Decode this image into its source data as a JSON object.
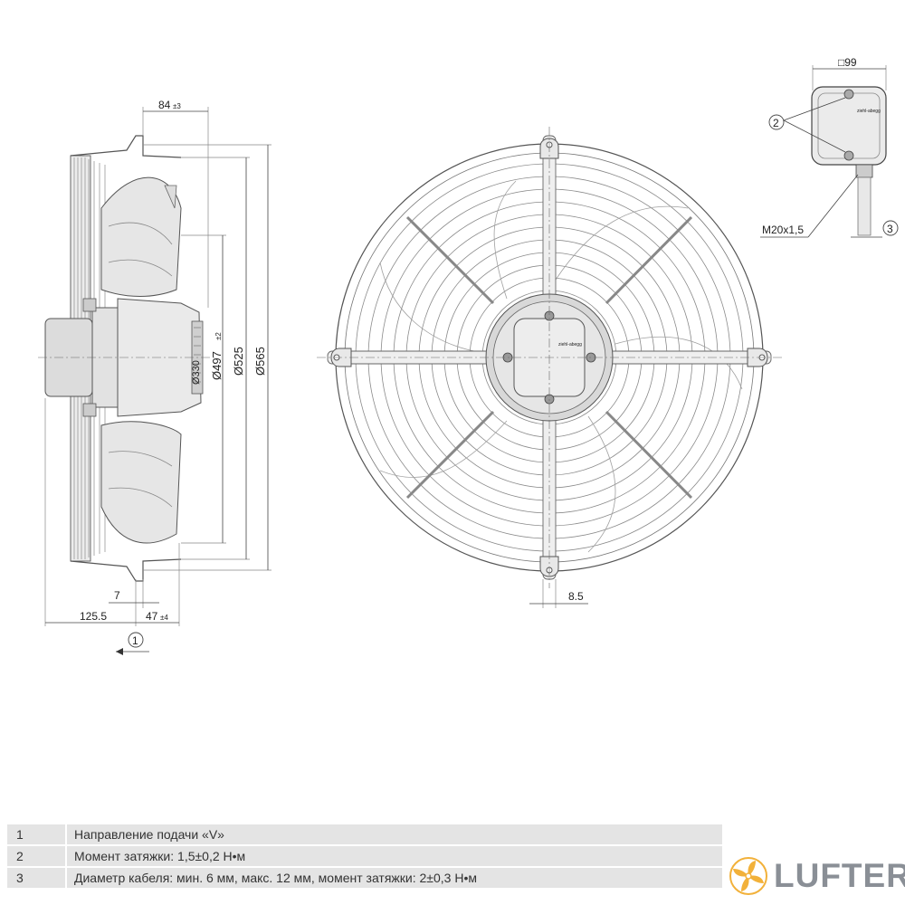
{
  "side_view": {
    "dims": {
      "top_offset": "84",
      "top_offset_tol": "±3",
      "d_inner": "Ø497",
      "d_inner_tol": "±2",
      "d_mid": "Ø525",
      "d_outer": "Ø565",
      "d_small": "Ø330",
      "width_7": "7",
      "depth_125": "125.5",
      "depth_47": "47",
      "depth_47_tol": "±4"
    },
    "callout_1": "1"
  },
  "front_view": {
    "dim_85": "8.5",
    "label": "ziehl-abegg"
  },
  "terminal_box": {
    "size": "□99",
    "callout_2": "2",
    "callout_3": "3",
    "thread": "M20x1,5",
    "label": "ziehl-abegg"
  },
  "legend": [
    {
      "num": "1",
      "text": "Направление подачи «V»"
    },
    {
      "num": "2",
      "text": "Момент затяжки: 1,5±0,2 Н•м"
    },
    {
      "num": "3",
      "text": "Диаметр кабеля: мин. 6 мм, макс. 12 мм, момент затяжки: 2±0,3 Н•м"
    }
  ],
  "logo": {
    "text": "LUFTER",
    "color": "#8a8f96",
    "accent": "#f2b13a"
  }
}
